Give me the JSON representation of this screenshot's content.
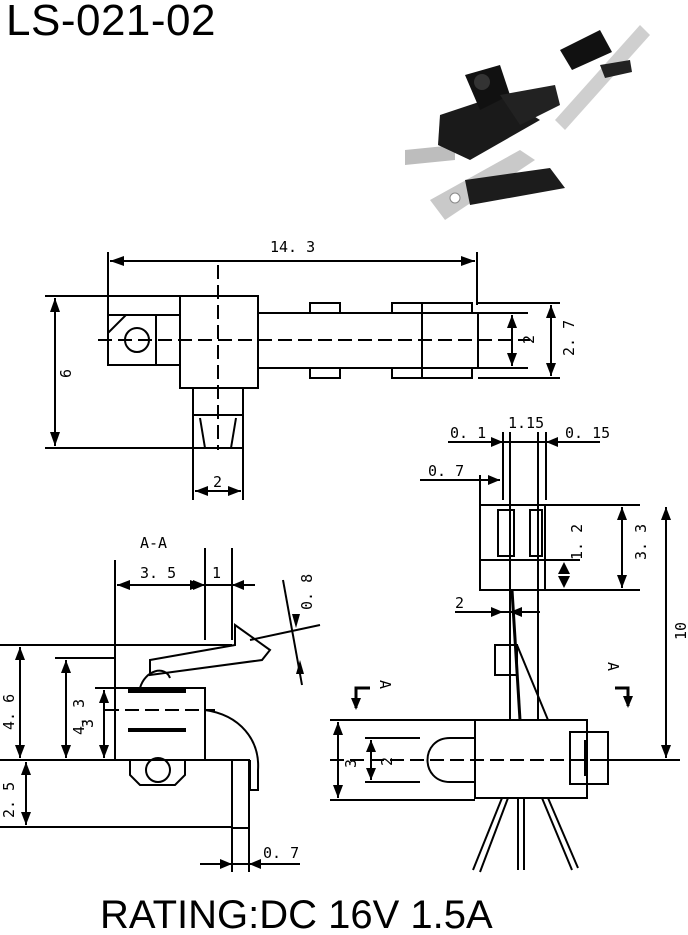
{
  "part_number": "LS-021-02",
  "rating": "RATING:DC 16V 1.5A",
  "top_view": {
    "dim_length": "14. 3",
    "dim_height": "6",
    "dim_shaft_inner": "2",
    "dim_shaft_outer": "2. 7",
    "dim_base_width": "2"
  },
  "section_view": {
    "section_label": "A-A",
    "dim_width": "3. 5",
    "dim_lever_offset": "1",
    "dim_lever_thickness": "0. 8",
    "dim_total_height": "4. 6",
    "dim_mid_height": "4. 3",
    "dim_body_height": "3",
    "dim_lower_height": "2. 5",
    "dim_terminal_thickness": "0. 7"
  },
  "side_view": {
    "dim_gap_left": "0. 1",
    "dim_pitch": "1.15",
    "dim_gap_right": "0. 15",
    "dim_offset": "0. 7",
    "dim_contact_height": "1. 2",
    "dim_contact_total": "3. 3",
    "dim_spacer": "2",
    "dim_length": "10",
    "dim_body_height": "3",
    "dim_inner_height": "2",
    "section_mark_left": "A",
    "section_mark_right": "A"
  }
}
